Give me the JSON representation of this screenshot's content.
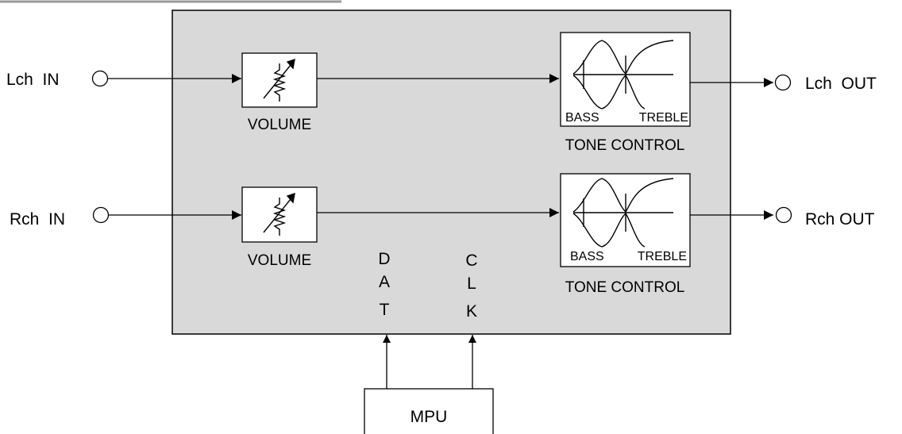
{
  "colors": {
    "chip_fill": "#d9d9d9",
    "stroke": "#000000",
    "background": "#ffffff",
    "top_line": "#9a9a9a"
  },
  "left_channel": {
    "input_label": "Lch  IN",
    "volume_label": "VOLUME",
    "tone_label": "TONE CONTROL",
    "bass_label": "BASS",
    "treble_label": "TREBLE",
    "output_label": "Lch  OUT"
  },
  "right_channel": {
    "input_label": "Rch  IN",
    "volume_label": "VOLUME",
    "tone_label": "TONE CONTROL",
    "bass_label": "BASS",
    "treble_label": "TREBLE",
    "output_label": "Rch OUT"
  },
  "control_bus": {
    "dat_letters": [
      "D",
      "A",
      "T"
    ],
    "clk_letters": [
      "C",
      "L",
      "K"
    ]
  },
  "controller": {
    "label": "MPU"
  }
}
